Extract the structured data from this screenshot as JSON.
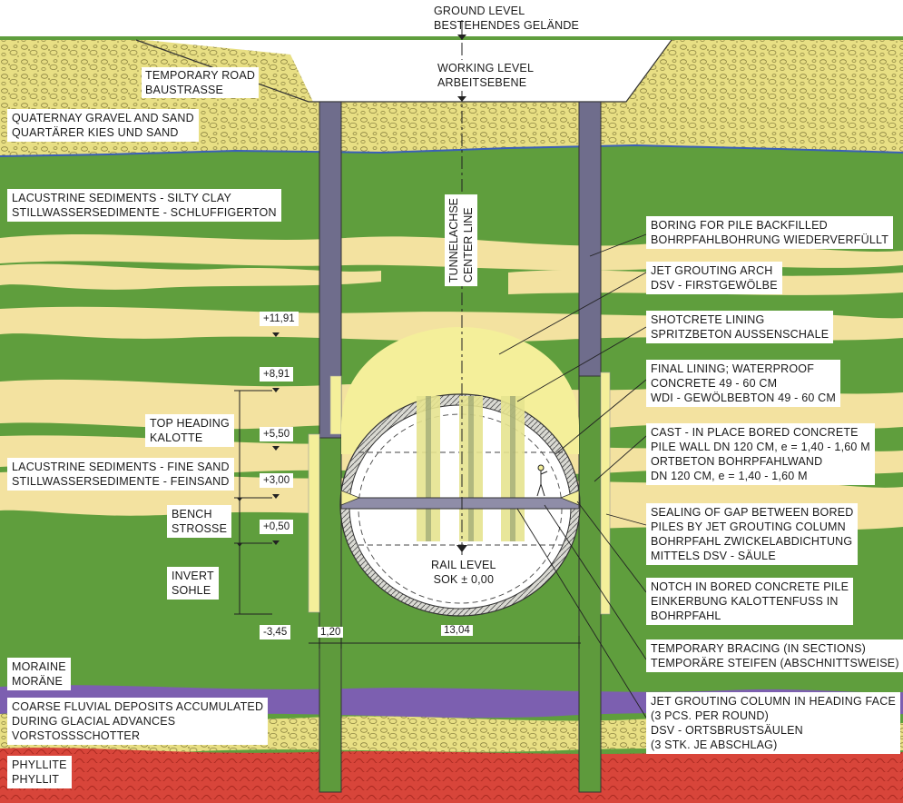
{
  "colors": {
    "gravel": "#e8df84",
    "clay_green": "#5f9e3d",
    "sand_yellow": "#f3e2a0",
    "moraine_purple": "#7c5fb0",
    "phyllite_red": "#d8453a",
    "pile_grey": "#6f6d8c",
    "pile_green": "#5e9a3c",
    "jet_grouting": "#f4ef9a",
    "tunnel_lining": "#ffffff"
  },
  "top": {
    "ground_level_en": "GROUND LEVEL",
    "ground_level_de": "BESTEHENDES GELÄNDE",
    "working_level_en": "WORKING LEVEL",
    "working_level_de": "ARBEITSEBENE",
    "temp_road_en": "TEMPORARY ROAD",
    "temp_road_de": "BAUSTRASSE"
  },
  "center_line": {
    "de": "TUNNELACHSE",
    "en": "CENTER LINE"
  },
  "strata": {
    "gravel": {
      "en": "QUATERNAY GRAVEL AND SAND",
      "de": "QUARTÄRER KIES UND SAND"
    },
    "clay": {
      "en": "LACUSTRINE SEDIMENTS - SILTY CLAY",
      "de": "STILLWASSERSEDIMENTE - SCHLUFFIGERTON"
    },
    "fine_sand": {
      "en": "LACUSTRINE SEDIMENTS - FINE SAND",
      "de": "STILLWASSERSEDIMENTE - FEINSAND"
    },
    "moraine": {
      "en": "MORAINE",
      "de": "MORÄNE"
    },
    "coarse": {
      "line1": "COARSE FLUVIAL DEPOSITS ACCUMULATED",
      "line2": "DURING GLACIAL ADVANCES",
      "line3": "VORSTOSSSCHOTTER"
    },
    "phyllite": {
      "en": "PHYLLITE",
      "de": "PHYLLIT"
    }
  },
  "excavation": {
    "top_heading": {
      "en": "TOP HEADING",
      "de": "KALOTTE"
    },
    "bench": {
      "en": "BENCH",
      "de": "STROSSE"
    },
    "invert": {
      "en": "INVERT",
      "de": "SOHLE"
    }
  },
  "levels": [
    "+11,91",
    "+8,91",
    "+5,50",
    "+3,00",
    "+0,50",
    "-3,45"
  ],
  "rail_level": {
    "en": "RAIL LEVEL",
    "de": "SOK ± 0,00"
  },
  "dimensions": {
    "pile_width": "1,20",
    "tunnel_width": "13,04"
  },
  "callouts": {
    "boring": {
      "l1": "BORING FOR PILE BACKFILLED",
      "l2": "BOHRPFAHLBOHRUNG WIEDERVERFÜLLT"
    },
    "jet_arch": {
      "l1": "JET GROUTING ARCH",
      "l2": "DSV - FIRSTGEWÖLBE"
    },
    "shotcrete": {
      "l1": "SHOTCRETE LINING",
      "l2": "SPRITZBETON AUSSENSCHALE"
    },
    "final_lining": {
      "l1": "FINAL LINING; WATERPROOF",
      "l2": "CONCRETE 49 - 60 CM",
      "l3": "WDI - GEWÖLBEBTON 49 - 60 CM"
    },
    "cast_pile": {
      "l1": "CAST - IN PLACE BORED CONCRETE",
      "l2": "PILE WALL DN 120 CM, e = 1,40 - 1,60 M",
      "l3": "ORTBETON BOHRPFAHLWAND",
      "l4": "DN 120 CM, e = 1,40 - 1,60 M"
    },
    "sealing": {
      "l1": "SEALING OF GAP BETWEEN BORED",
      "l2": "PILES BY JET GROUTING COLUMN",
      "l3": "BOHRPFAHL ZWICKELABDICHTUNG",
      "l4": "MITTELS DSV - SÄULE"
    },
    "notch": {
      "l1": "NOTCH IN BORED CONCRETE PILE",
      "l2": "EINKERBUNG KALOTTENFUSS IN",
      "l3": "BOHRPFAHL"
    },
    "bracing": {
      "l1": "TEMPORARY BRACING (IN SECTIONS)",
      "l2": "TEMPORÄRE STEIFEN (ABSCHNITTSWEISE)"
    },
    "jet_column": {
      "l1": "JET GROUTING COLUMN IN HEADING FACE",
      "l2": "(3 PCS. PER ROUND)",
      "l3": "DSV - ORTSBRUSTSÄULEN",
      "l4": "(3 STK. JE ABSCHLAG)"
    }
  }
}
